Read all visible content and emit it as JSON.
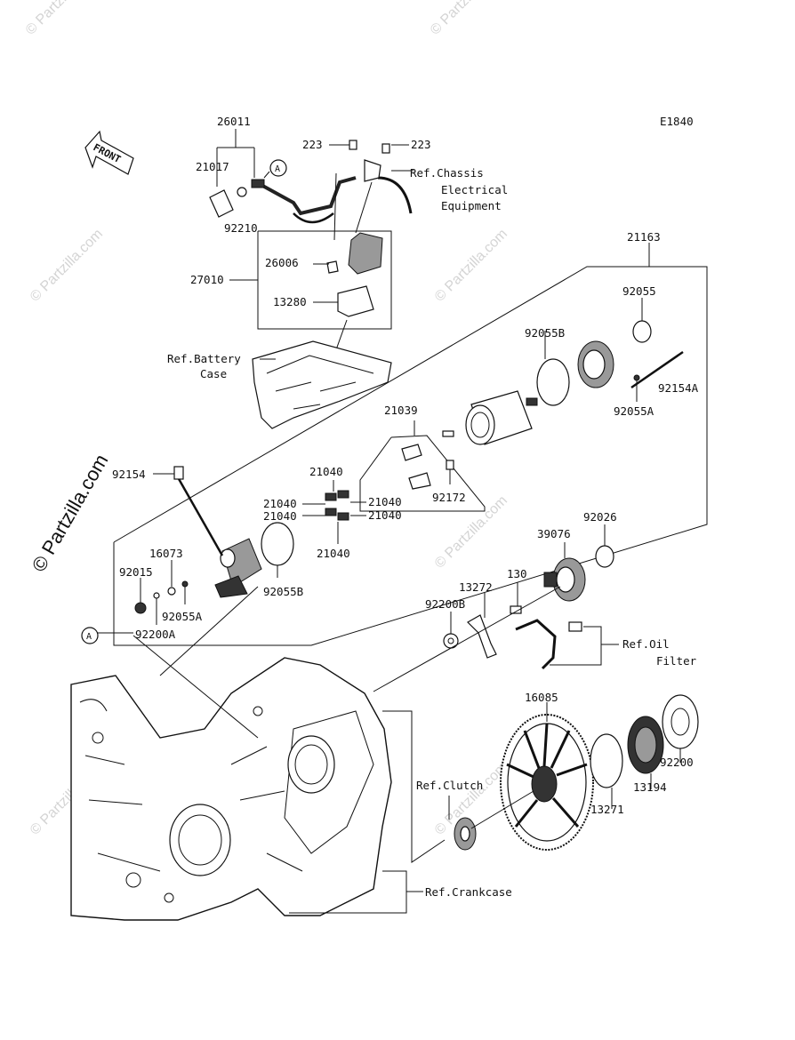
{
  "diagram_code": "E1840",
  "front_label": "FRONT",
  "callout_a": "A",
  "watermark": "© Partzilla.com",
  "part_numbers": {
    "p26011": "26011",
    "p223_a": "223",
    "p223_b": "223",
    "p21017": "21017",
    "p92210": "92210",
    "p27010": "27010",
    "p26006": "26006",
    "p13280": "13280",
    "p21163": "21163",
    "p92055": "92055",
    "p92055B_top": "92055B",
    "p92154A": "92154A",
    "p92055A_right": "92055A",
    "p21039": "21039",
    "p92172": "92172",
    "p21040_a": "21040",
    "p21040_b": "21040",
    "p21040_c": "21040",
    "p21040_d": "21040",
    "p21040_e": "21040",
    "p21040_f": "21040",
    "p92154": "92154",
    "p16073": "16073",
    "p92015": "92015",
    "p92055A_left": "92055A",
    "p92200A": "92200A",
    "p92055B_bottom": "92055B",
    "p92026": "92026",
    "p39076": "39076",
    "p130": "130",
    "p13272": "13272",
    "p92200B": "92200B",
    "p16085": "16085",
    "p92200": "92200",
    "p13194": "13194",
    "p13271": "13271"
  },
  "references": {
    "chassis_1": "Ref.Chassis",
    "chassis_2": "Electrical",
    "chassis_3": "Equipment",
    "battery_1": "Ref.Battery",
    "battery_2": "Case",
    "oil_1": "Ref.Oil",
    "oil_2": "Filter",
    "clutch": "Ref.Clutch",
    "crankcase": "Ref.Crankcase"
  }
}
